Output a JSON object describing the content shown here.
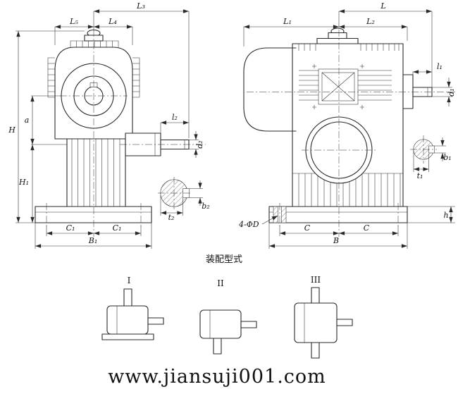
{
  "watermark": {
    "text": "www.jiansuji001.com",
    "color": "#ea5b81"
  },
  "assembly": {
    "heading": "装配型式",
    "variants": {
      "v1": "I",
      "v2": "II",
      "v3": "III"
    }
  },
  "front": {
    "L3": "L₃",
    "L5": "L₅",
    "L4": "L₄",
    "H": "H",
    "a": "a",
    "H1": "H₁",
    "C1a": "C₁",
    "C1b": "C₁",
    "B1": "B₁",
    "l2": "l₂",
    "d2": "d₂",
    "t2": "t₂",
    "b2": "b₂"
  },
  "side": {
    "L": "L",
    "L1": "L₁",
    "L2": "L₂",
    "l1": "l₁",
    "d1": "d₁",
    "b1": "b₁",
    "t1": "t₁",
    "holes": "4-ΦD",
    "Ca": "C",
    "Cb": "C",
    "B": "B",
    "h": "h"
  }
}
